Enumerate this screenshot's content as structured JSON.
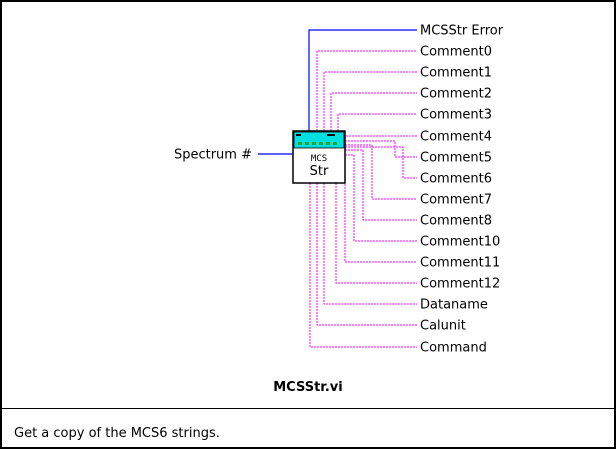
{
  "connector": {
    "input_label": "Spectrum #",
    "icon_text_top": "MCS",
    "icon_text_bottom": "Str",
    "outputs": [
      {
        "label": "MCSStr Error",
        "wire": "error"
      },
      {
        "label": "Comment0",
        "wire": "string"
      },
      {
        "label": "Comment1",
        "wire": "string"
      },
      {
        "label": "Comment2",
        "wire": "string"
      },
      {
        "label": "Comment3",
        "wire": "string"
      },
      {
        "label": "Comment4",
        "wire": "string"
      },
      {
        "label": "Comment5",
        "wire": "string"
      },
      {
        "label": "Comment6",
        "wire": "string"
      },
      {
        "label": "Comment7",
        "wire": "string"
      },
      {
        "label": "Comment8",
        "wire": "string"
      },
      {
        "label": "Comment10",
        "wire": "string"
      },
      {
        "label": "Comment11",
        "wire": "string"
      },
      {
        "label": "Comment12",
        "wire": "string"
      },
      {
        "label": "Dataname",
        "wire": "string"
      },
      {
        "label": "Calunit",
        "wire": "string"
      },
      {
        "label": "Command",
        "wire": "string"
      }
    ]
  },
  "vi_name": "MCSStr.vi",
  "description": "Get a copy of the MCS6 strings.",
  "colors": {
    "string_wire": "#ff00ff",
    "numeric_wire": "#0000ff",
    "error_wire": "#0000ff",
    "icon_header": "#00e0e0",
    "icon_body": "#ffffff"
  }
}
